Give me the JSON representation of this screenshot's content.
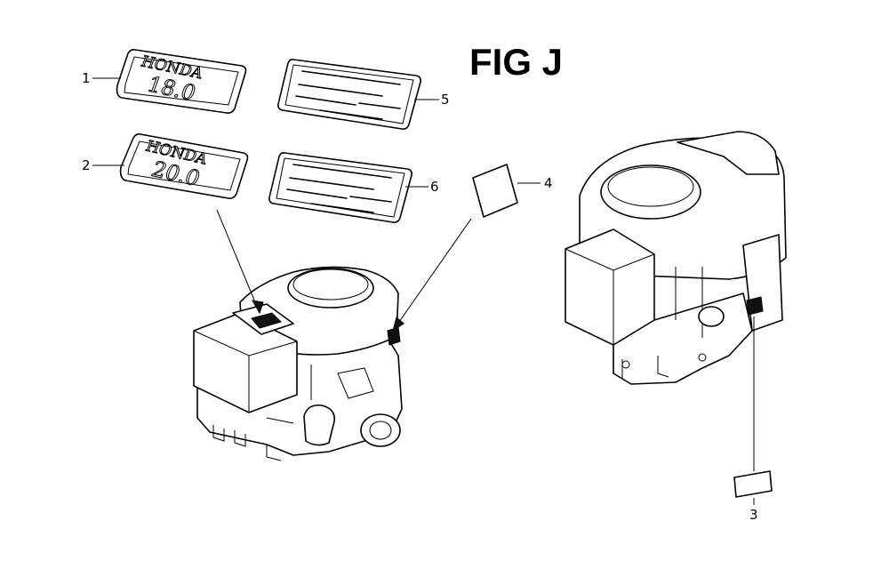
{
  "title": "FIG J",
  "callouts": [
    "1",
    "2",
    "3",
    "4",
    "5",
    "6"
  ],
  "parts": {
    "emblem_1": {
      "brand": "HONDA",
      "value": "18.0"
    },
    "emblem_2": {
      "brand": "HONDA",
      "value": "20.0"
    }
  }
}
